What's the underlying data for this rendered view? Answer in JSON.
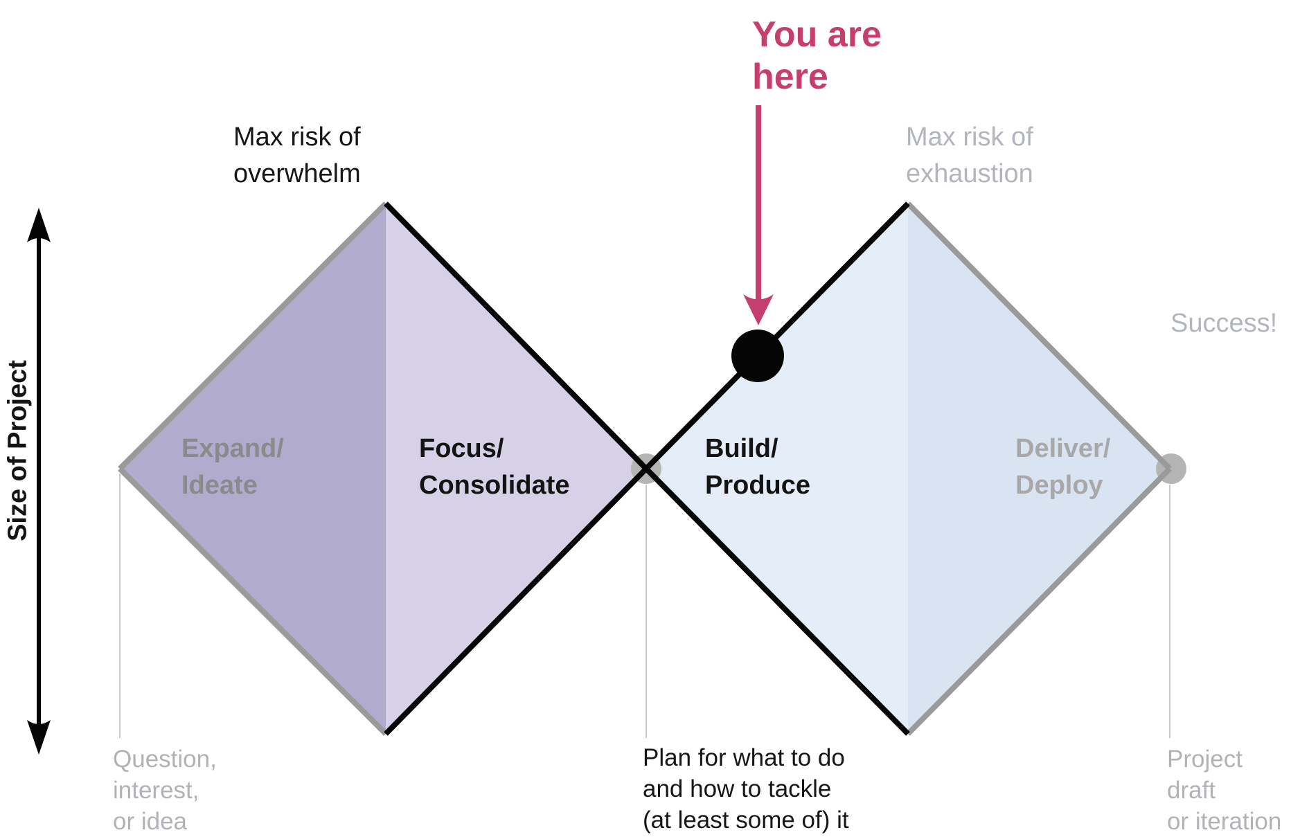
{
  "annotation": {
    "label_lines": [
      "You are",
      "here"
    ],
    "color": "#c53e6e"
  },
  "axis": {
    "label": "Size of Project"
  },
  "diagram": {
    "type": "double-diamond-process",
    "phases": [
      {
        "id": "expand-ideate",
        "label_lines": [
          "Expand/",
          "Ideate"
        ],
        "fill": "#b1abce",
        "label_color": "#8a8a8a"
      },
      {
        "id": "focus-consolidate",
        "label_lines": [
          "Focus/",
          "Consolidate"
        ],
        "fill": "#d6d1e6",
        "label_color": "#141414"
      },
      {
        "id": "build-produce",
        "label_lines": [
          "Build/",
          "Produce"
        ],
        "fill": "#e4edf8",
        "label_color": "#141414"
      },
      {
        "id": "deliver-deploy",
        "label_lines": [
          "Deliver/",
          "Deploy"
        ],
        "fill": "#d8e4f1",
        "label_color": "#a8a8a8"
      }
    ],
    "risk_labels": [
      {
        "lines": [
          "Max risk of",
          "overwhelm"
        ],
        "color": "#161616"
      },
      {
        "lines": [
          "Max risk of",
          "exhaustion"
        ],
        "color": "#b2b5bb"
      }
    ],
    "success_label": "Success!",
    "milestones": [
      {
        "lines": [
          "Question,",
          "interest,",
          "or idea"
        ],
        "color": "#b0b2b6"
      },
      {
        "lines": [
          "Plan for what to do",
          "and how to tackle",
          "(at least some of) it"
        ],
        "color": "#161616"
      },
      {
        "lines": [
          "Project",
          "draft",
          "or iteration"
        ],
        "color": "#b0b2b6"
      }
    ]
  }
}
